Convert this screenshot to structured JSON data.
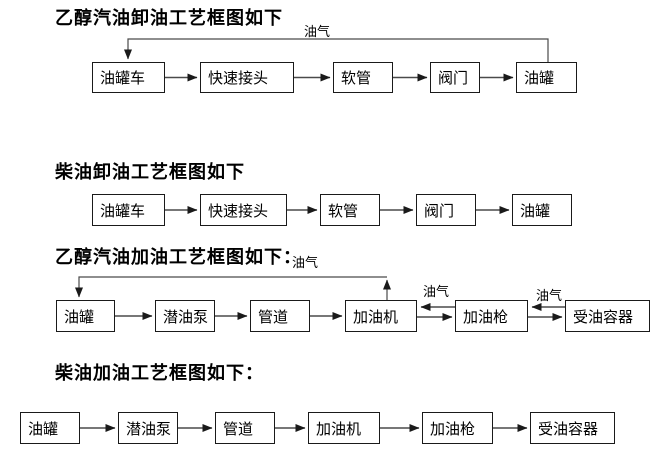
{
  "document": {
    "background_color": "#ffffff",
    "text_color": "#000000",
    "line_color": "#4a4a4a",
    "box_border_color": "#1a1a1a"
  },
  "flowcharts": [
    {
      "title": "乙醇汽油卸油工艺框图如下",
      "vapor_label": "油气",
      "boxes": [
        "油罐车",
        "快速接头",
        "软管",
        "阀门",
        "油罐"
      ],
      "flow": "油罐车→快速接头→软管→阀门→油罐, 油气回流: 油罐→油罐车"
    },
    {
      "title": "柴油卸油工艺框图如下",
      "boxes": [
        "油罐车",
        "快速接头",
        "软管",
        "阀门",
        "油罐"
      ],
      "flow": "油罐车→快速接头→软管→阀门→油罐"
    },
    {
      "title": "乙醇汽油加油工艺框图如下：",
      "vapor_labels": [
        "油气",
        "油气",
        "油气"
      ],
      "boxes": [
        "油罐",
        "潜油泵",
        "管道",
        "加油机",
        "加油枪",
        "受油容器"
      ],
      "flow": "油罐→潜油泵→管道→加油机→加油枪→受油容器, 油气回流: 受油容器→加油枪→加油机→油罐"
    },
    {
      "title": "柴油加油工艺框图如下：",
      "boxes": [
        "油罐",
        "潜油泵",
        "管道",
        "加油机",
        "加油枪",
        "受油容器"
      ],
      "flow": "油罐→潜油泵→管道→加油机→加油枪→受油容器"
    }
  ]
}
